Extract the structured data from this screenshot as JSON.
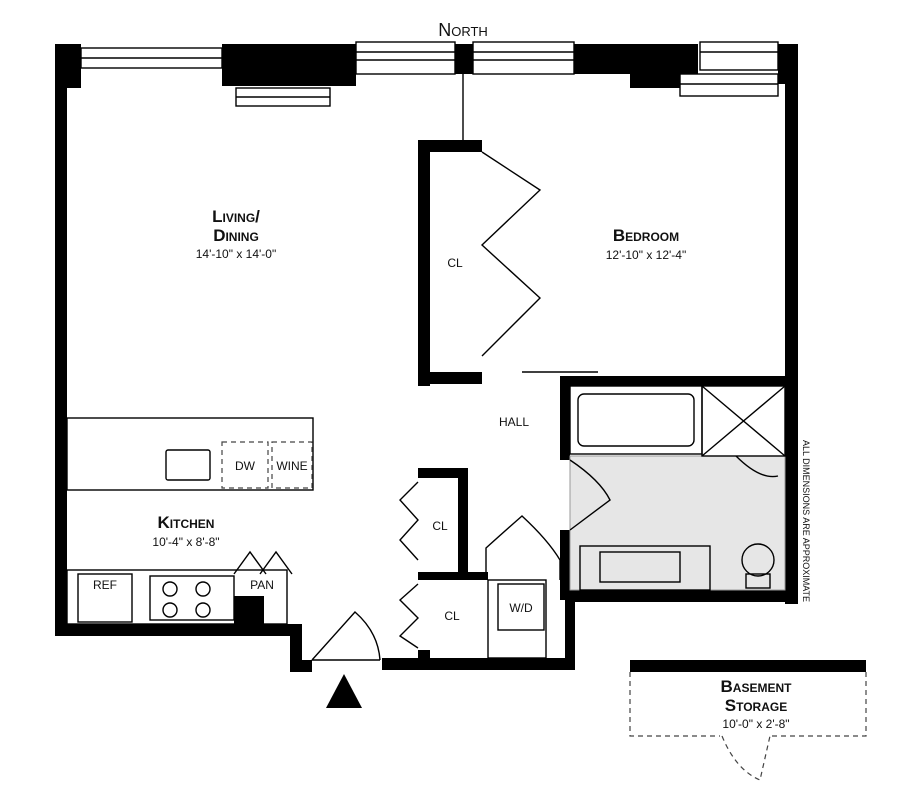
{
  "compass": {
    "label": "North"
  },
  "rooms": {
    "living": {
      "name_line1": "Living/",
      "name_line2": "Dining",
      "dims": "14'-10\" x 14'-0\""
    },
    "bedroom": {
      "name": "Bedroom",
      "dims": "12'-10\" x 12'-4\""
    },
    "kitchen": {
      "name": "Kitchen",
      "dims": "10'-4\" x 8'-8\""
    },
    "hall": {
      "name": "HALL"
    },
    "storage": {
      "name_line1": "Basement",
      "name_line2": "Storage",
      "dims": "10'-0\" x 2'-8\""
    }
  },
  "fixtures": {
    "closet_bedroom": "CL",
    "closet_hall_upper": "CL",
    "closet_hall_lower": "CL",
    "dishwasher": "DW",
    "wine": "WINE",
    "refrigerator": "REF",
    "pantry": "PAN",
    "washer_dryer": "W/D"
  },
  "notes": {
    "approx": "ALL DIMENSIONS ARE APPROXIMATE"
  }
}
